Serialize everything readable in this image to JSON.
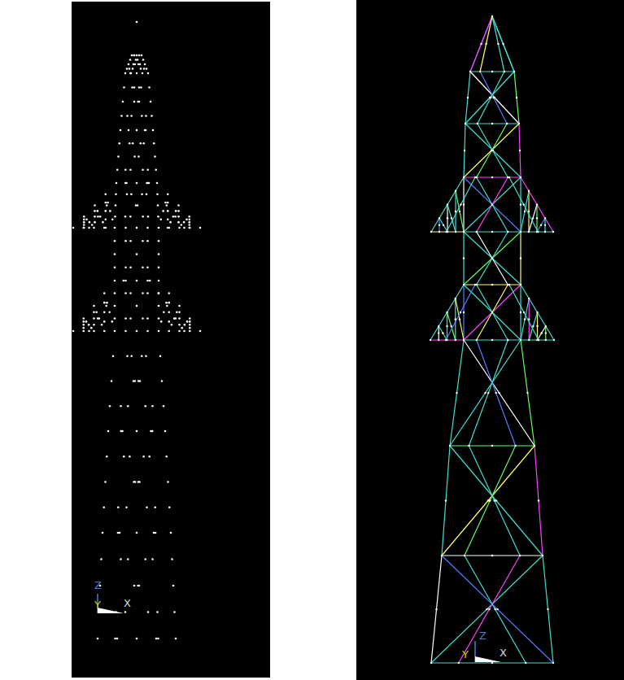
{
  "diagram": {
    "labels": [
      "Z",
      "Y",
      "X",
      "Z",
      "Y",
      "X"
    ]
  }
}
